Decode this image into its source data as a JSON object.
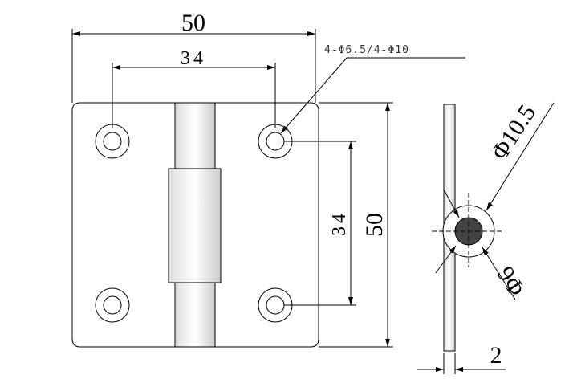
{
  "dimensions": {
    "overall_width": "50",
    "hole_spacing_horizontal": "34",
    "hole_spacing_vertical": "34",
    "overall_height": "50",
    "hole_callout": "4-Φ6.5/4-Φ10",
    "knuckle_outer_diameter": "Φ10.5",
    "pin_diameter": "Φ6",
    "thickness": "2"
  },
  "colors": {
    "line": "#000000",
    "pin": "#444444"
  }
}
